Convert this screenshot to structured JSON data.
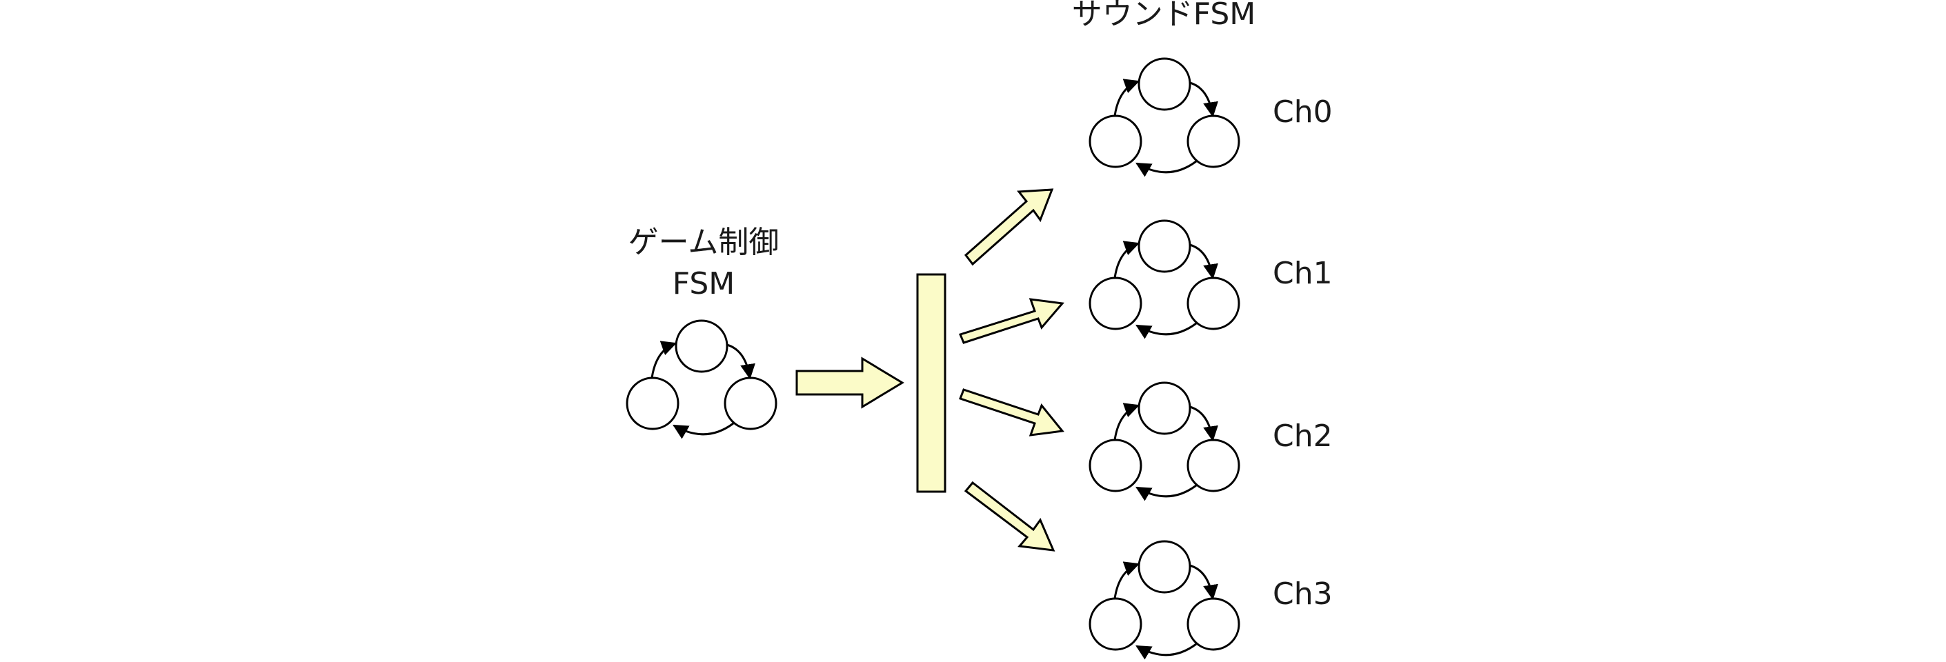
{
  "game_fsm": {
    "title_line1": "ゲーム制御",
    "title_line2": "FSM"
  },
  "sound_fsm": {
    "title": "サウンドFSM",
    "channels": [
      {
        "label": "Ch0"
      },
      {
        "label": "Ch1"
      },
      {
        "label": "Ch2"
      },
      {
        "label": "Ch3"
      }
    ]
  },
  "colors": {
    "arrow_fill": "#fbfbc8",
    "bar_fill": "#fbfbc8",
    "stroke": "#000000"
  }
}
